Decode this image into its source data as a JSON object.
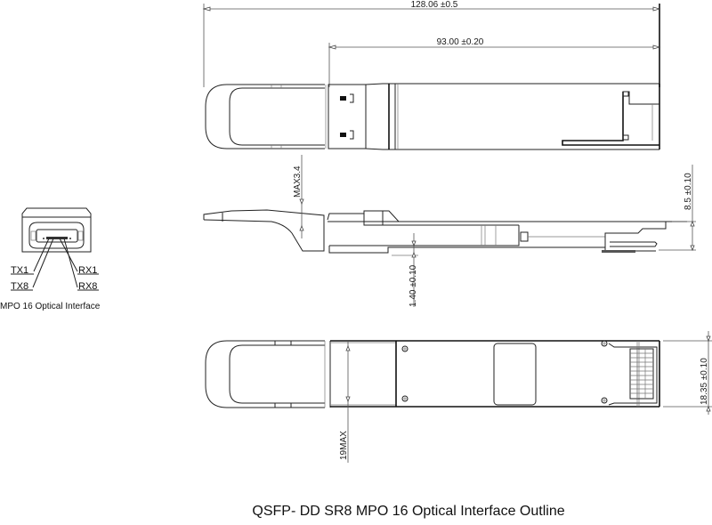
{
  "title": "QSFP- DD SR8 MPO 16 Optical Interface Outline",
  "dimensions": {
    "overall_length": "128.06 ±0.5",
    "body_length": "93.00 ±0.20",
    "max_height_latch": "MAX3.4",
    "height": "8.5 ±0.10",
    "pcb_thickness": "1.40 ±0.10",
    "width": "18.35 ±0.10",
    "max_width_latch": "19MAX"
  },
  "interface": {
    "caption": "MPO 16 Optical Interface",
    "labels": {
      "tx1": "TX1",
      "tx8": "TX8",
      "rx1": "RX1",
      "rx8": "RX8"
    }
  },
  "views": [
    "top-view",
    "side-view",
    "bottom-view",
    "front-view"
  ],
  "colors": {
    "line": "#222222",
    "background": "#ffffff"
  }
}
